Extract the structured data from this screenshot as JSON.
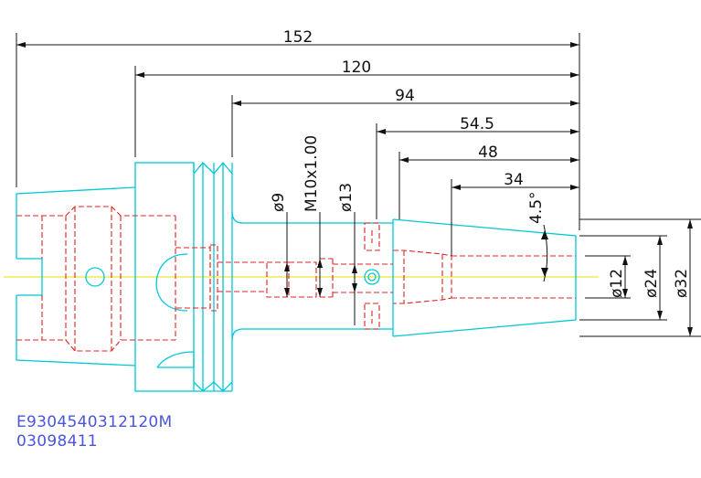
{
  "dimensions": {
    "d152": "152",
    "d120": "120",
    "d94": "94",
    "d54_5": "54.5",
    "d48": "48",
    "d34": "34",
    "angle": "4.5°",
    "phi9": "ø9",
    "thread": "M10x1.00",
    "phi13": "ø13",
    "phi12": "ø12",
    "phi24": "ø24",
    "phi32": "ø32"
  },
  "part_code": {
    "line1": "E9304540312120M",
    "line2": "03098411"
  },
  "colors": {
    "outline": "#00c8d8",
    "hidden": "#e02020",
    "center": "#e8e000",
    "dim": "#111111",
    "text_blue": "#4a55e0"
  }
}
